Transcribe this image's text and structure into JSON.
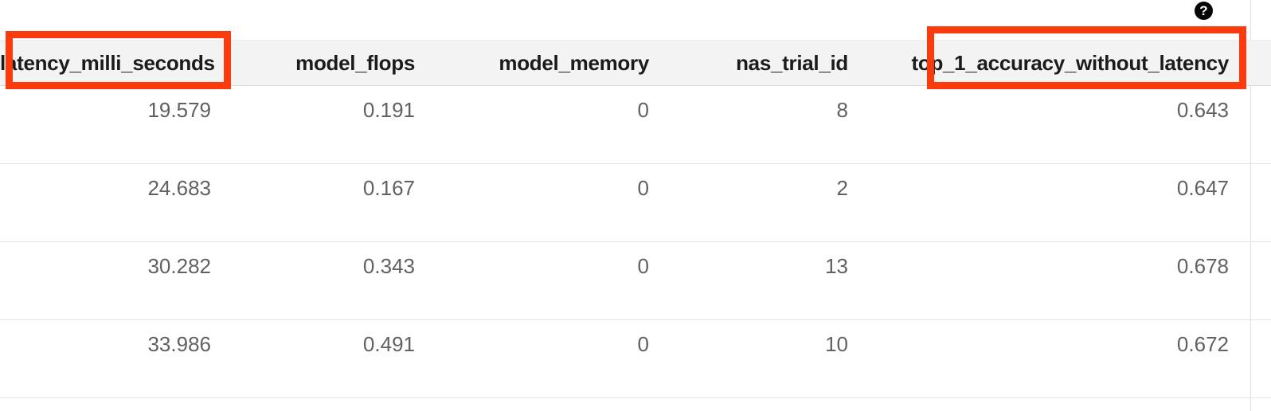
{
  "help": {
    "glyph": "?"
  },
  "table": {
    "columns": [
      "latency_milli_seconds",
      "model_flops",
      "model_memory",
      "nas_trial_id",
      "top_1_accuracy_without_latency"
    ],
    "rows": [
      [
        "19.579",
        "0.191",
        "0",
        "8",
        "0.643"
      ],
      [
        "24.683",
        "0.167",
        "0",
        "2",
        "0.647"
      ],
      [
        "30.282",
        "0.343",
        "0",
        "13",
        "0.678"
      ],
      [
        "33.986",
        "0.491",
        "0",
        "10",
        "0.672"
      ]
    ]
  },
  "annotations": {
    "highlight_color": "#f93b0d",
    "highlighted_columns": [
      "latency_milli_seconds",
      "top_1_accuracy_without_latency"
    ]
  },
  "colors": {
    "header_bg": "#f3f3f3",
    "grid_line": "#e0e0e0",
    "header_text": "#1b1b1b",
    "value_text": "#616161",
    "help_icon_bg": "#050505"
  }
}
